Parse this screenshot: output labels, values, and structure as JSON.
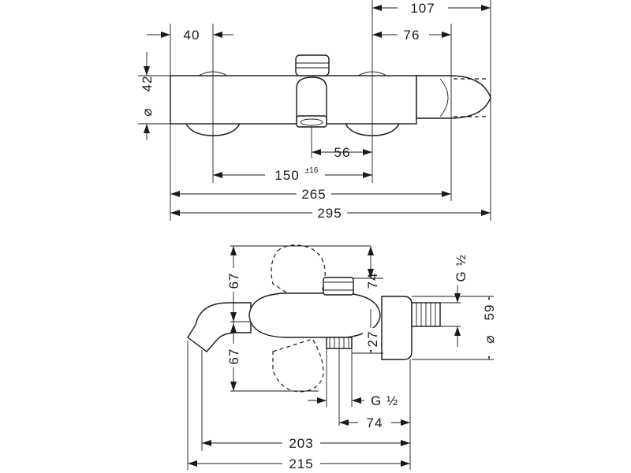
{
  "top_view": {
    "dim_107": "107",
    "dim_40": "40",
    "dim_76": "76",
    "dim_42": "42",
    "diameter_symbol": "⌀",
    "dim_56": "56",
    "dim_150": "150",
    "dim_150_tol": "±16",
    "dim_265": "265",
    "dim_295": "295"
  },
  "side_view": {
    "dim_67_upper": "67",
    "dim_67_lower": "67",
    "dim_74_vertical": "74",
    "dim_27": "27",
    "thread_right": "G ½",
    "dim_59": "59",
    "diameter_symbol": "⌀",
    "thread_bottom": "G ½",
    "dim_74_horizontal": "74",
    "dim_203": "203",
    "dim_215": "215"
  }
}
